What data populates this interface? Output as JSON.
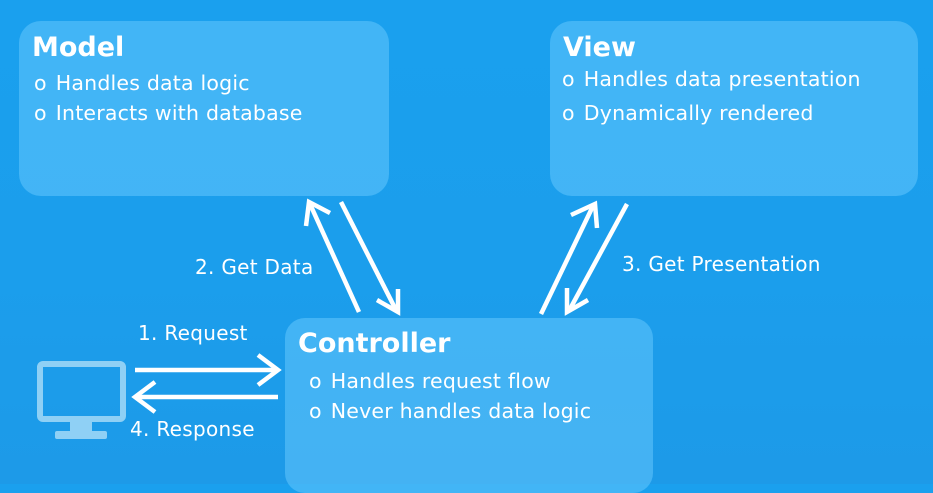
{
  "model": {
    "title": "Model",
    "bullets": [
      "Handles data logic",
      "Interacts with database"
    ]
  },
  "view": {
    "title": "View",
    "bullets": [
      "Handles data presentation",
      "Dynamically rendered"
    ]
  },
  "controller": {
    "title": "Controller",
    "bullets": [
      "Handles request flow",
      "Never handles data logic"
    ]
  },
  "flows": {
    "get_data": "2. Get Data",
    "get_presentation": "3. Get Presentation",
    "request": "1. Request",
    "response": "4. Response"
  },
  "bullet_marker": "o",
  "icons": {
    "client": "desktop-monitor-icon"
  },
  "colors": {
    "background": "#1b9eec",
    "box_fill": "#6ecdff",
    "text": "#ffffff",
    "monitor": "#8fd0f5"
  }
}
